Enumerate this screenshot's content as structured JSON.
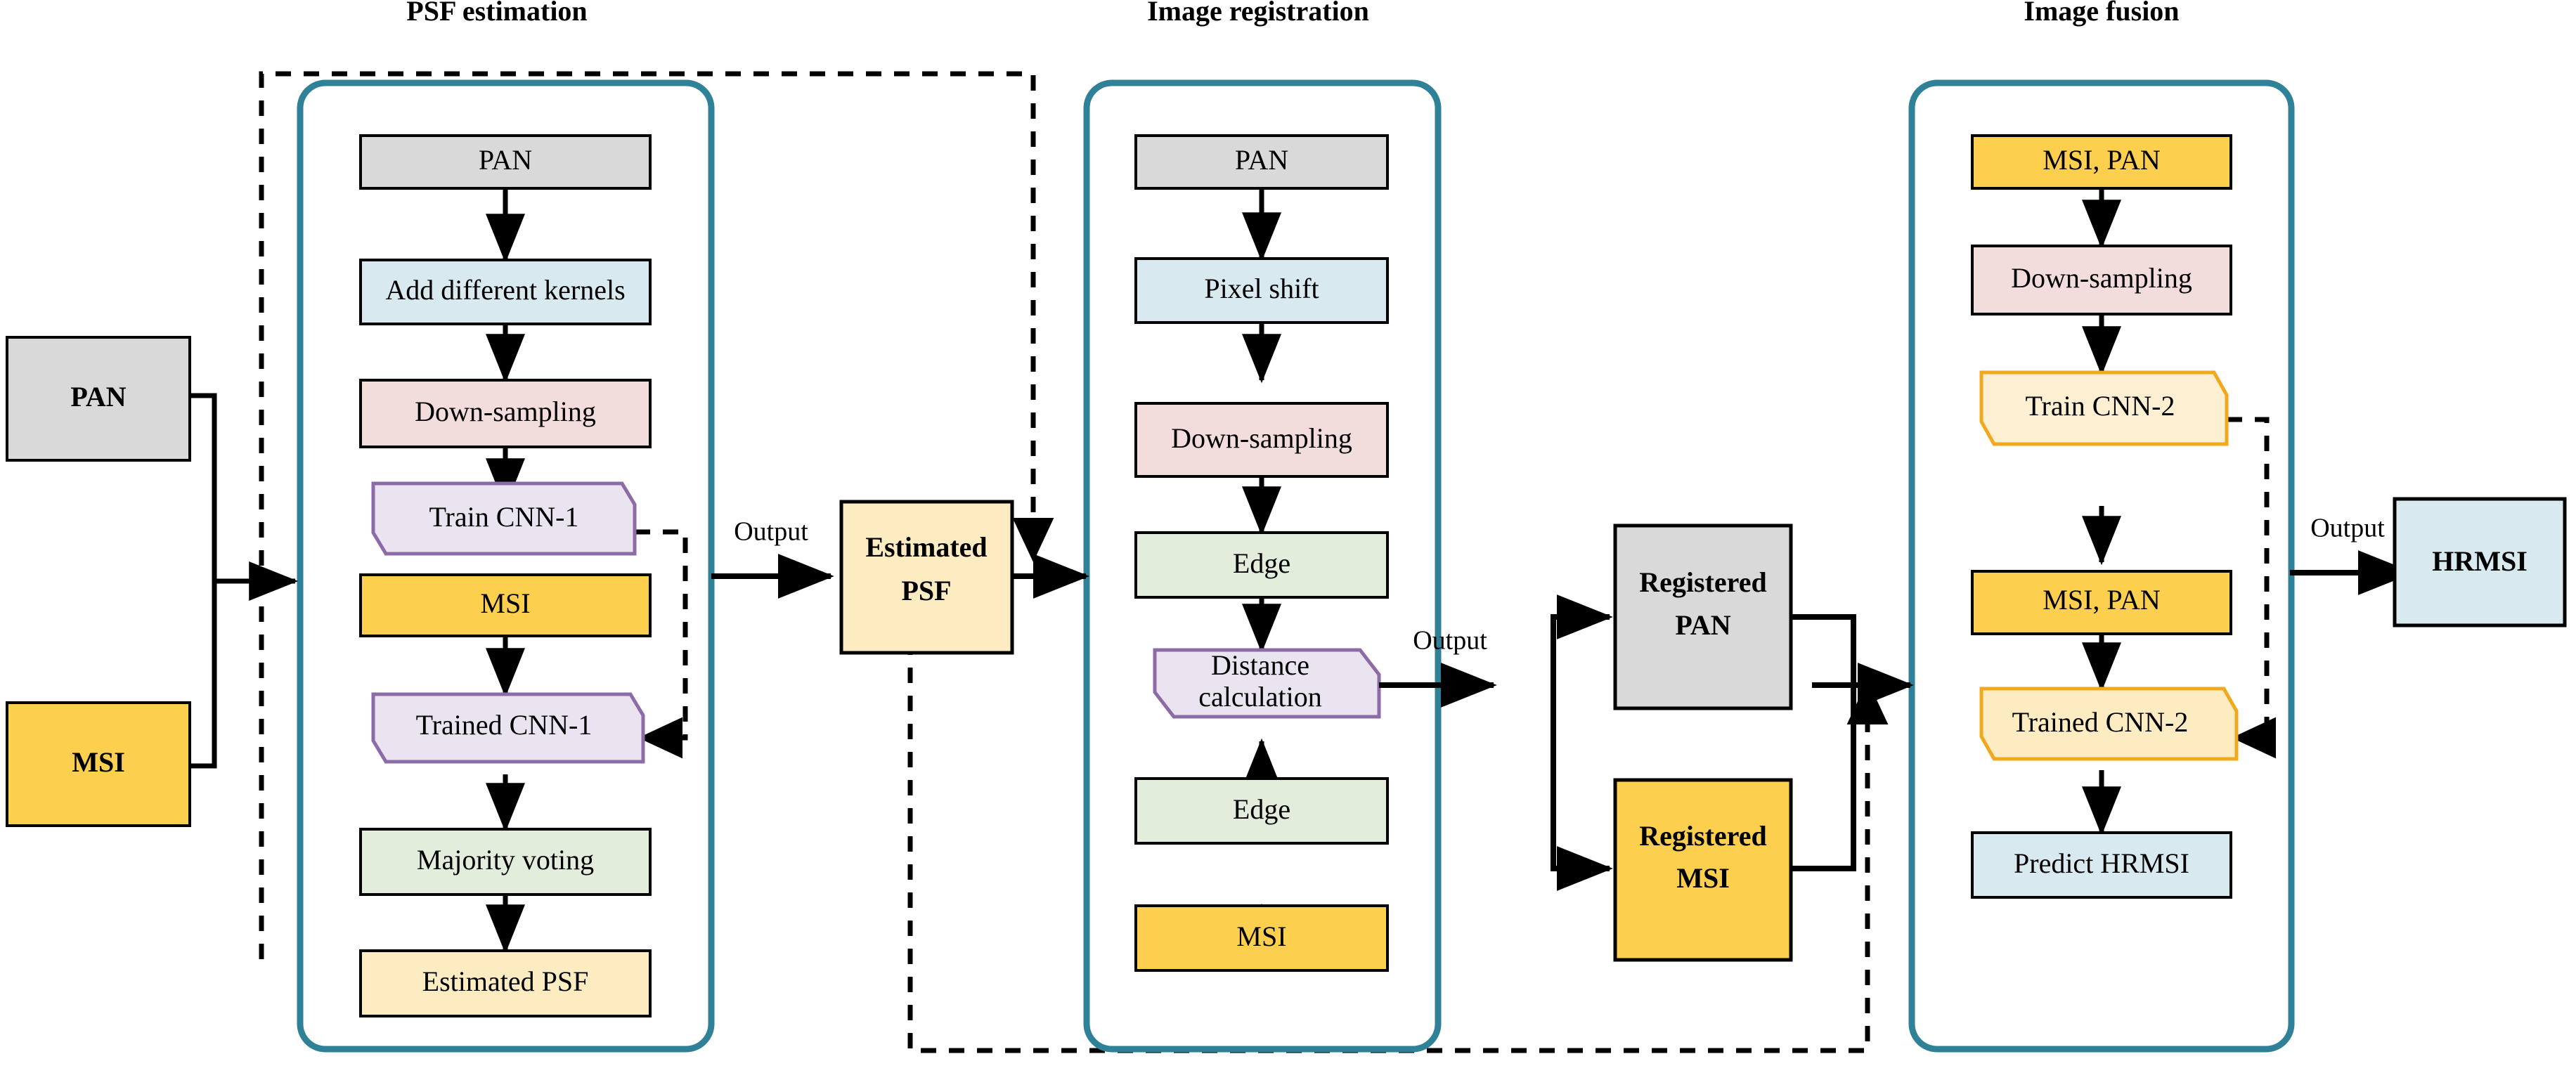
{
  "diagram": {
    "title_font_color": "#000000",
    "accent_color": "#2F8198",
    "headers": [
      {
        "id": "psf",
        "label": "PSF estimation"
      },
      {
        "id": "reg",
        "label": "Image registration"
      },
      {
        "id": "fus",
        "label": "Image fusion"
      }
    ],
    "palette": {
      "gray": "#D9D9D9",
      "blue": "#D9E9F0",
      "pink": "#F2DCDC",
      "purple": "#EAE4F0",
      "purple_border": "#8C6BA6",
      "green": "#E3EDDC",
      "yellow": "#FCCF4E",
      "cream": "#FDEBC2",
      "cream_light": "#FDF0D2",
      "cream_border": "#F0A81E",
      "black": "#000000",
      "teal": "#2F8198"
    },
    "inputs": [
      {
        "id": "in-pan",
        "label": "PAN",
        "fill": "gray",
        "bold": true
      },
      {
        "id": "in-msi",
        "label": "MSI",
        "fill": "yellow",
        "bold": true
      }
    ],
    "psf_column": {
      "nodes": [
        {
          "id": "psf-pan",
          "label": "PAN",
          "fill": "gray",
          "shape": "rect"
        },
        {
          "id": "psf-kernels",
          "label": "Add different kernels",
          "fill": "blue",
          "shape": "rect"
        },
        {
          "id": "psf-down",
          "label": "Down-sampling",
          "fill": "pink",
          "shape": "rect"
        },
        {
          "id": "psf-train",
          "label": "Train CNN-1",
          "fill": "purple",
          "shape": "flag"
        },
        {
          "id": "psf-msi",
          "label": "MSI",
          "fill": "yellow",
          "shape": "rect"
        },
        {
          "id": "psf-trained",
          "label": "Trained CNN-1",
          "fill": "purple",
          "shape": "flag"
        },
        {
          "id": "psf-vote",
          "label": "Majority voting",
          "fill": "green",
          "shape": "rect"
        },
        {
          "id": "psf-out",
          "label": "Estimated PSF",
          "fill": "cream",
          "shape": "rect"
        }
      ]
    },
    "reg_column": {
      "nodes": [
        {
          "id": "reg-pan",
          "label": "PAN",
          "fill": "gray",
          "shape": "rect"
        },
        {
          "id": "reg-shift",
          "label": "Pixel shift",
          "fill": "blue",
          "shape": "rect"
        },
        {
          "id": "reg-down",
          "label": "Down-sampling",
          "fill": "pink",
          "shape": "rect"
        },
        {
          "id": "reg-edge1",
          "label": "Edge",
          "fill": "green",
          "shape": "rect"
        },
        {
          "id": "reg-dist1",
          "label": "Distance",
          "label2": "calculation",
          "fill": "purple",
          "shape": "flag"
        },
        {
          "id": "reg-edge2",
          "label": "Edge",
          "fill": "green",
          "shape": "rect"
        },
        {
          "id": "reg-msi",
          "label": "MSI",
          "fill": "yellow",
          "shape": "rect"
        }
      ]
    },
    "fus_column": {
      "nodes": [
        {
          "id": "fus-msipan1",
          "label": "MSI, PAN",
          "fill": "yellow",
          "shape": "rect"
        },
        {
          "id": "fus-down",
          "label": "Down-sampling",
          "fill": "pink",
          "shape": "rect"
        },
        {
          "id": "fus-train",
          "label": "Train CNN-2",
          "fill": "cream_light",
          "shape": "flag"
        },
        {
          "id": "fus-msipan2",
          "label": "MSI, PAN",
          "fill": "yellow",
          "shape": "rect"
        },
        {
          "id": "fus-trained",
          "label": "Trained CNN-2",
          "fill": "cream",
          "shape": "flag"
        },
        {
          "id": "fus-predict",
          "label": "Predict HRMSI",
          "fill": "blue",
          "shape": "rect"
        }
      ]
    },
    "bridges": {
      "estimated_psf": {
        "id": "bridge-estimated-psf",
        "line1": "Estimated",
        "line2": "PSF",
        "fill": "cream",
        "bold": true
      },
      "registered_pan": {
        "id": "bridge-registered-pan",
        "line1": "Registered",
        "line2": "PAN",
        "fill": "gray",
        "bold": true
      },
      "registered_msi": {
        "id": "bridge-registered-msi",
        "line1": "Registered",
        "line2": "MSI",
        "fill": "yellow",
        "bold": true
      },
      "hrmsi": {
        "id": "bridge-hrmsi",
        "label": "HRMSI",
        "fill": "blue",
        "bold": true
      }
    },
    "edge_labels": [
      {
        "id": "lbl-output-1",
        "text": "Output"
      },
      {
        "id": "lbl-output-2",
        "text": "Output"
      },
      {
        "id": "lbl-output-3",
        "text": "Output"
      }
    ]
  }
}
